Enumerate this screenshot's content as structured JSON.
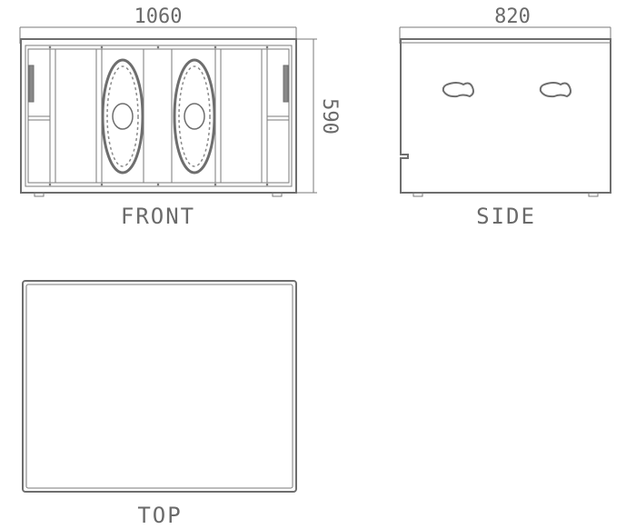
{
  "dimensions": {
    "front_width": "1060",
    "front_height": "590",
    "side_depth": "820"
  },
  "views": {
    "front": "FRONT",
    "side": "SIDE",
    "top": "TOP"
  },
  "colors": {
    "line": "#7a7a7a",
    "text": "#6a6a6a",
    "background": "#ffffff"
  }
}
